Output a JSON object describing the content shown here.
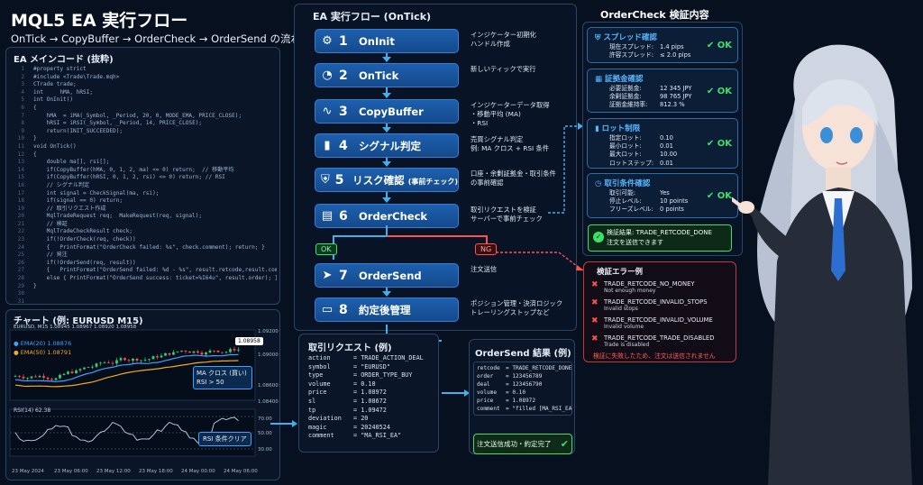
{
  "header": {
    "title": "MQL5 EA 実行フロー",
    "subtitle": "OnTick → CopyBuffer → OrderCheck → OrderSend の流れ"
  },
  "code_panel": {
    "title": "EA メインコード (抜粋)",
    "lines": [
      "#property strict",
      "#include <Trade\\Trade.mqh>",
      "CTrade trade;",
      "int     hMA, hRSI;",
      "",
      "int OnInit()",
      "{",
      "    hMA  = iMA(_Symbol, _Period, 20, 0, MODE_EMA, PRICE_CLOSE);",
      "    hRSI = iRSI(_Symbol, _Period, 14, PRICE_CLOSE);",
      "    return(INIT_SUCCEEDED);",
      "}",
      "",
      "void OnTick()",
      "{",
      "    double ma[], rsi[];",
      "    if(CopyBuffer(hMA, 0, 1, 2, ma) <= 0) return;  // 移動平均",
      "    if(CopyBuffer(hRSI, 0, 1, 2, rsi) <= 0) return; // RSI",
      "    // シグナル判定",
      "    int signal = CheckSignal(ma, rsi);",
      "    if(signal == 0) return;",
      "    // 取引リクエスト作成",
      "    MqlTradeRequest req;  MakeRequest(req, signal);",
      "    // 検証",
      "    MqlTradeCheckResult check;",
      "    if(!OrderCheck(req, check))",
      "    {   PrintFormat(\"OrderCheck failed: %s\", check.comment); return; }",
      "    // 発注",
      "    if(!OrderSend(req, result))",
      "    {   PrintFormat(\"OrderSend failed: %d - %s\", result.retcode,result.comment);}",
      "    else { PrintFormat(\"OrderSend success: ticket=%I64u\", result.order); }",
      "}"
    ]
  },
  "chart_panel": {
    "title": "チャート (例: EURUSD M15)",
    "symbol_line": "EURUSD, M15  1.08945 1.08967 1.08920 1.08958",
    "ema20_label": "EMA(20) 1.08876",
    "ema50_label": "EMA(50) 1.08791",
    "price_badge": "1.08958",
    "price_ticks": [
      "1.09200",
      "1.09000",
      "1.08600",
      "1.08400"
    ],
    "rsi_label": "RSI(14) 62.38",
    "rsi_ticks": [
      "70.00",
      "50.00",
      "30.00"
    ],
    "annotation_ma": "MA クロス (買い)\nRSI > 50",
    "annotation_rsi": "RSI 条件クリア",
    "time_ticks": [
      "23 May 2024",
      "23 May 06:00",
      "23 May 12:00",
      "23 May 18:00",
      "24 May 00:00",
      "24 May 06:00"
    ],
    "colors": {
      "bull": "#2fd075",
      "bear": "#ff4d4d",
      "ema20": "#3aa4ff",
      "ema50": "#f1a928"
    }
  },
  "flow": {
    "title": "EA 実行フロー (OnTick)",
    "steps": [
      {
        "num": "1",
        "label": "OnInit",
        "icon": "⚙",
        "desc": "インジケーター初期化\nハンドル作成"
      },
      {
        "num": "2",
        "label": "OnTick",
        "icon": "◔",
        "desc": "新しいティックで実行"
      },
      {
        "num": "3",
        "label": "CopyBuffer",
        "icon": "∿",
        "desc": "インジケーターデータ取得\n・移動平均 (MA)\n・RSI"
      },
      {
        "num": "4",
        "label": "シグナル判定",
        "icon": "▮",
        "desc": "売買シグナル判定\n例: MA クロス + RSI 条件"
      },
      {
        "num": "5",
        "label": "リスク確認",
        "label_small": "(事前チェック)",
        "icon": "⛨",
        "desc": "口座・余剰証拠金・取引条件\nの事前確認"
      },
      {
        "num": "6",
        "label": "OrderCheck",
        "icon": "▤",
        "desc": "取引リクエストを検証\nサーバーで事前チェック"
      },
      {
        "num": "7",
        "label": "OrderSend",
        "icon": "➤",
        "desc": "注文送信"
      },
      {
        "num": "8",
        "label": "約定後管理",
        "icon": "▭",
        "desc": "ポジション管理・決済ロジック\nトレーリングストップなど"
      }
    ],
    "ok_label": "OK",
    "ng_label": "NG"
  },
  "request_panel": {
    "title": "取引リクエスト (例)",
    "fields": [
      [
        "action",
        "TRADE_ACTION_DEAL"
      ],
      [
        "symbol",
        "\"EURUSD\""
      ],
      [
        "type",
        "ORDER_TYPE_BUY"
      ],
      [
        "volume",
        "0.10"
      ],
      [
        "price",
        "1.08972"
      ],
      [
        "sl",
        "1.08672"
      ],
      [
        "tp",
        "1.09472"
      ],
      [
        "deviation",
        "20"
      ],
      [
        "magic",
        "20240524"
      ],
      [
        "comment",
        "\"MA_RSI_EA\""
      ]
    ]
  },
  "result_panel": {
    "title": "OrderSend 結果 (例)",
    "fields": [
      [
        "retcode",
        "TRADE_RETCODE_DONE"
      ],
      [
        "order",
        "123456789"
      ],
      [
        "deal",
        "123456790"
      ],
      [
        "volume",
        "0.10"
      ],
      [
        "price",
        "1.08972"
      ],
      [
        "comment",
        "\"filled [MA_RSI_EA]\""
      ]
    ],
    "success": "注文送信成功・約定完了"
  },
  "check_panel": {
    "title": "OrderCheck 検証内容",
    "cards": [
      {
        "icon": "⛨",
        "heading": "スプレッド確認",
        "rows": [
          [
            "現在スプレッド:",
            "1.4 pips"
          ],
          [
            "許容スプレッド:",
            "≤ 2.0 pips"
          ]
        ],
        "ok": "OK"
      },
      {
        "icon": "▦",
        "heading": "証拠金確認",
        "rows": [
          [
            "必要証拠金:",
            "12 345 JPY"
          ],
          [
            "余剰証拠金:",
            "98 765 JPY"
          ],
          [
            "証拠金維持率:",
            "812.3 %"
          ]
        ],
        "ok": "OK"
      },
      {
        "icon": "▮",
        "heading": "ロット制限",
        "rows": [
          [
            "指定ロット:",
            "0.10"
          ],
          [
            "最小ロット:",
            "0.01"
          ],
          [
            "最大ロット:",
            "10.00"
          ],
          [
            "ロットステップ:",
            "0.01"
          ]
        ],
        "ok": "OK"
      },
      {
        "icon": "◷",
        "heading": "取引条件確認",
        "rows": [
          [
            "取引可能:",
            "Yes"
          ],
          [
            "停止レベル:",
            "10 points"
          ],
          [
            "フリーズレベル:",
            "0 points"
          ]
        ],
        "ok": "OK"
      }
    ],
    "result_line1": "検証結果: TRADE_RETCODE_DONE",
    "result_line2": "注文を送信できます"
  },
  "error_panel": {
    "title": "検証エラー例",
    "errors": [
      {
        "code": "TRADE_RETCODE_NO_MONEY",
        "desc": "Not enough money"
      },
      {
        "code": "TRADE_RETCODE_INVALID_STOPS",
        "desc": "Invalid stops"
      },
      {
        "code": "TRADE_RETCODE_INVALID_VOLUME",
        "desc": "Invalid volume"
      },
      {
        "code": "TRADE_RETCODE_TRADE_DISABLED",
        "desc": "Trade is disabled"
      }
    ],
    "footer": "検証に失敗したため、注文は送信されません"
  }
}
